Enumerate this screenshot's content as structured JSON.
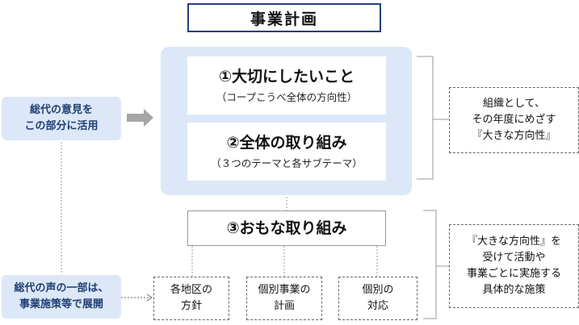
{
  "title": "事業計画",
  "box1": {
    "title": "①大切にしたいこと",
    "sub": "（コープこうべ全体の方向性）"
  },
  "box2": {
    "title": "②全体の取り組み",
    "sub": "（３つのテーマと各サブテーマ）"
  },
  "box3": {
    "title": "③おもな取り組み"
  },
  "left_top": {
    "line1": "総代の意見を",
    "line2": "この部分に活用"
  },
  "left_bottom": {
    "line1": "総代の声の一部は、",
    "line2": "事業施策等で展開"
  },
  "note_top": {
    "line1": "組織として、",
    "line2": "その年度にめざす",
    "line3": "『大きな方向性』"
  },
  "note_bottom": {
    "line1": "『大きな方向性』を",
    "line2": "受けて活動や",
    "line3": "事業ごとに実施する",
    "line4": "具体的な施策"
  },
  "subs": [
    {
      "line1": "各地区の",
      "line2": "方針"
    },
    {
      "line1": "個別事業の",
      "line2": "計画"
    },
    {
      "line1": "個別の",
      "line2": "対応"
    }
  ],
  "colors": {
    "panel": "#dce8f7",
    "title_border": "#22407a",
    "label_text": "#1f3e73",
    "arrow": "#a6a6a6"
  }
}
